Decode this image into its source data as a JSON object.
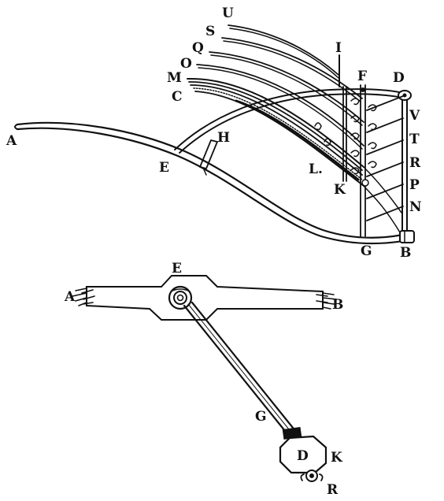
{
  "colors": {
    "ink": "#111111",
    "paper": "#ffffff"
  },
  "upper_figure": {
    "labels": {
      "A": "A",
      "B": "B",
      "C": "C",
      "D": "D",
      "E": "E",
      "F": "F",
      "G": "G",
      "H": "H",
      "I": "I",
      "K": "K",
      "L": "L.",
      "M": "M",
      "N": "N",
      "O": "O",
      "P": "P",
      "Q": "Q",
      "R": "R",
      "S": "S",
      "T": "T",
      "U": "U",
      "V": "V"
    }
  },
  "lower_figure": {
    "labels": {
      "A": "A",
      "B": "B",
      "D": "D",
      "E": "E",
      "G": "G",
      "K": "K",
      "R": "R"
    }
  }
}
